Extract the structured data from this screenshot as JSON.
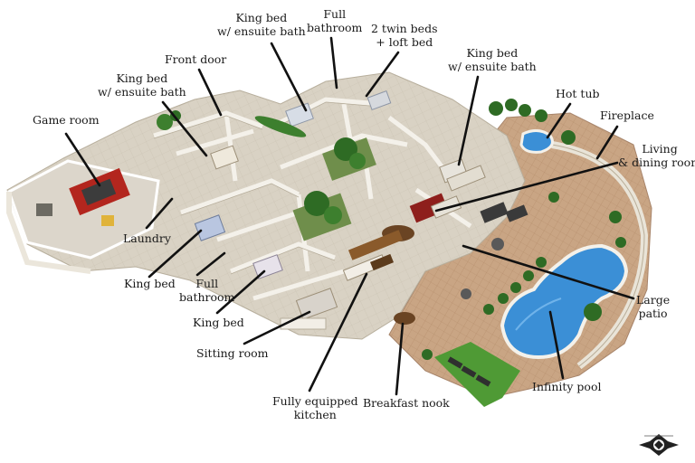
{
  "labels": {
    "game_room": [
      "Game room"
    ],
    "king_bed_ensuite_left": [
      "King bed",
      "w/ ensuite bath"
    ],
    "front_door": [
      "Front door"
    ],
    "king_bed_ensuite_top": [
      "King bed",
      "w/ ensuite bath"
    ],
    "full_bathroom_top": [
      "Full",
      "bathroom"
    ],
    "twin_beds_loft": [
      "2 twin beds",
      "+ loft bed"
    ],
    "king_bed_ensuite_right": [
      "King bed",
      "w/ ensuite bath"
    ],
    "hot_tub": [
      "Hot tub"
    ],
    "fireplace": [
      "Fireplace"
    ],
    "living_dining": [
      "Living",
      "& dining room"
    ],
    "laundry": [
      "Laundry"
    ],
    "king_bed_a": [
      "King bed"
    ],
    "full_bathroom_bottom": [
      "Full",
      "bathroom"
    ],
    "king_bed_b": [
      "King bed"
    ],
    "sitting_room": [
      "Sitting room"
    ],
    "kitchen": [
      "Fully equipped",
      "kitchen"
    ],
    "breakfast_nook": [
      "Breakfast nook"
    ],
    "large_patio": [
      "Large",
      "patio"
    ],
    "infinity_pool": [
      "Infinity pool"
    ]
  },
  "colors": {
    "floor": "#d9d2c4",
    "wall": "#f1ede4",
    "wall_shadow": "#b7ae9c",
    "patio_stone": "#c9a584",
    "pool": "#3b8fd6",
    "grass": "#4f9a35",
    "plants": "#2e6b24",
    "rug_red": "#b3261e",
    "wood": "#8a5a2b",
    "label_text": "#1a1a1a",
    "leader_line": "#111111"
  },
  "icons": [
    "logo-emblem-icon"
  ]
}
